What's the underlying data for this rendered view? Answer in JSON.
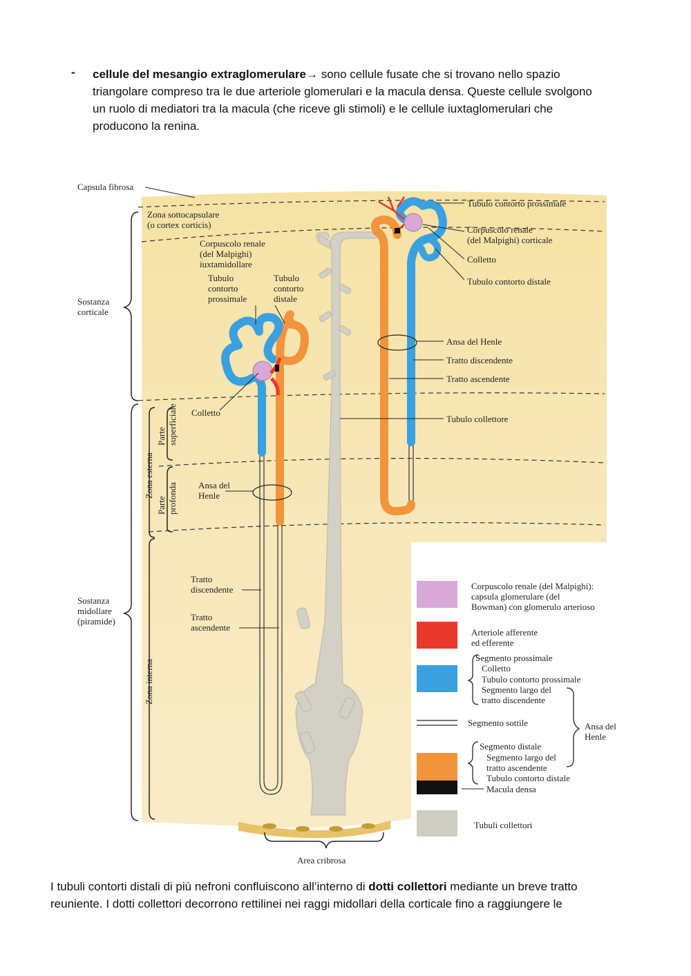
{
  "bullet": {
    "dash": "-",
    "term": "cellule del mesangio extraglomerulare",
    "arrow": "→",
    "lines": [
      " sono cellule fusate che si trovano nello spazio",
      "triangolare compreso tra le due arteriole glomerulari e la macula densa. Queste cellule svolgono",
      "un ruolo di mediatori tra la macula (che riceve gli stimoli) e le cellule iuxtaglomerulari che",
      "producono la renina."
    ]
  },
  "figure": {
    "left_labels": {
      "capsula": "Capsula fibrosa",
      "zona_sotto_1": "Zona sottocapsulare",
      "zona_sotto_2": "(o cortex corticis)",
      "sostanza_corticale_1": "Sostanza",
      "sostanza_corticale_2": "corticale",
      "sostanza_midollare_1": "Sostanza",
      "sostanza_midollare_2": "midollare",
      "sostanza_midollare_3": "(piramide)",
      "zona_esterna": "Zona esterna",
      "zona_interna": "Zona interna",
      "parte_superficiale_1": "Parte",
      "parte_superficiale_2": "superficiale",
      "parte_profonda_1": "Parte",
      "parte_profonda_2": "profonda"
    },
    "juxta_labels": {
      "corpuscolo_1": "Corpuscolo renale",
      "corpuscolo_2": "(del Malpighi)",
      "corpuscolo_3": "iuxtamidollare",
      "tubulo_prox_1": "Tubulo",
      "tubulo_prox_2": "contorto",
      "tubulo_prox_3": "prossimale",
      "tubulo_dist_1": "Tubulo",
      "tubulo_dist_2": "contorto",
      "tubulo_dist_3": "distale",
      "colletto": "Colletto",
      "ansa_1": "Ansa del",
      "ansa_2": "Henle",
      "tratto_disc_1": "Tratto",
      "tratto_disc_2": "discendente",
      "tratto_asc_1": "Tratto",
      "tratto_asc_2": "ascendente"
    },
    "right_labels": {
      "tubulo_prossimale": "Tubulo contorto prossimale",
      "corpuscolo_1": "Corpuscolo renale",
      "corpuscolo_2": "(del Malpighi) corticale",
      "colletto": "Colletto",
      "tubulo_distale": "Tubulo contorto distale",
      "ansa": "Ansa del Henle",
      "tratto_disc": "Tratto discendente",
      "tratto_asc": "Tratto ascendente",
      "tubulo_collettore": "Tubulo collettore"
    },
    "area_cribrosa": "Area cribrosa",
    "legend": {
      "corpuscolo_1": "Corpuscolo renale (del Malpighi):",
      "corpuscolo_2": "capsula glomerulare (del",
      "corpuscolo_3": "Bowman) con glomerulo arterioso",
      "arteriole_1": "Arteriole afferente",
      "arteriole_2": "ed efferente",
      "prox_1": "Segmento prossimale",
      "prox_2": "Colletto",
      "prox_3": "Tubulo contorto prossimale",
      "prox_4": "Segmento largo del",
      "prox_5": "tratto discendente",
      "sottile": "Segmento sottile",
      "ansa_1": "Ansa del",
      "ansa_2": "Henle",
      "dist_1": "Segmento distale",
      "dist_2": "Segmento largo del",
      "dist_3": "tratto ascendente",
      "dist_4": "Tubulo contorto distale",
      "macula": "Macula densa",
      "collettori": "Tubuli collettori"
    },
    "colors": {
      "cortex": "#f6e3a8",
      "medulla": "#f8ebc4",
      "pink": "#d9a8d6",
      "red": "#e8392c",
      "blue": "#3aa0df",
      "orange": "#f2943c",
      "black": "#111111",
      "gray": "#cfccc1"
    }
  },
  "bottom": {
    "line1_a": "I tubuli contorti distali di più nefroni confluiscono all’interno di ",
    "line1_b": "dotti collettori",
    "line1_c": " mediante un breve tratto",
    "line2": "reuniente. I dotti collettori decorrono rettilinei nei raggi midollari della corticale fino a raggiungere le"
  }
}
